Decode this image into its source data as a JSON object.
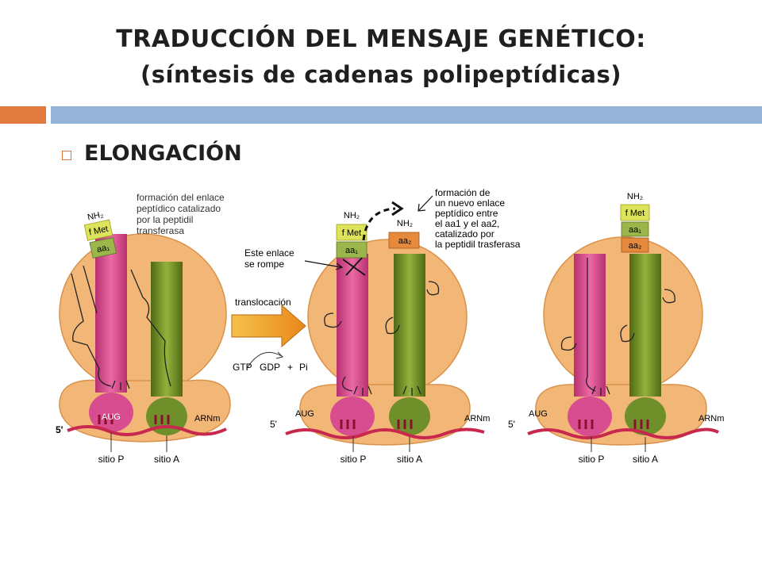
{
  "title": {
    "line1": "TRADUCCIÓN DEL MENSAJE GENÉTICO:",
    "line2": "(síntesis de cadenas polipeptídicas)"
  },
  "section": {
    "heading": "ELONGACIÓN"
  },
  "colors": {
    "ribosome": "#f2b777",
    "ribosome_edge": "#d9924a",
    "trna_p": "#d84d8f",
    "trna_a": "#6f8f2a",
    "mrna": "#c8284e",
    "fmet_box": "#dde35a",
    "aa1_box": "#9bb64a",
    "aa2_box": "#e58a3c",
    "arrow": "#f2a21d",
    "accent_bar_orange": "#e07a3f",
    "accent_bar_blue": "#95b3d7"
  },
  "panel1": {
    "nh2": "NH₂",
    "fmet": "f Met",
    "aa1": "aa₁",
    "note": [
      "formación del enlace",
      "peptídico catalizado",
      "por la peptidil",
      "transferasa"
    ],
    "five_prime": "5'",
    "codon": "AUG",
    "mrna": "ARNm",
    "site_p": "sitio P",
    "site_a": "sitio A"
  },
  "translocation": {
    "label": "translocación",
    "gtp": "GTP",
    "gdp": "GDP",
    "plus": "+",
    "pi": "Pi"
  },
  "panel2": {
    "nh2_left": "NH₂",
    "nh2_right": "NH₂",
    "fmet": "f Met",
    "aa1": "aa₁",
    "aa2": "aa₂",
    "break_note": [
      "Este enlace",
      "se rompe"
    ],
    "formation_note": [
      "formación de",
      "un nuevo enlace",
      "peptídico entre",
      "el aa1 y el aa2,",
      "catalizado por",
      "la peptidil trasferasa"
    ],
    "five_prime": "5'",
    "codon": "AUG",
    "mrna": "ARNm",
    "site_p": "sitio P",
    "site_a": "sitio A"
  },
  "panel3": {
    "nh2": "NH₂",
    "fmet": "f Met",
    "aa1": "aa₁",
    "aa2": "aa₂",
    "five_prime": "5'",
    "codon": "AUG",
    "mrna": "ARNm",
    "site_p": "sitio P",
    "site_a": "sitio A"
  }
}
